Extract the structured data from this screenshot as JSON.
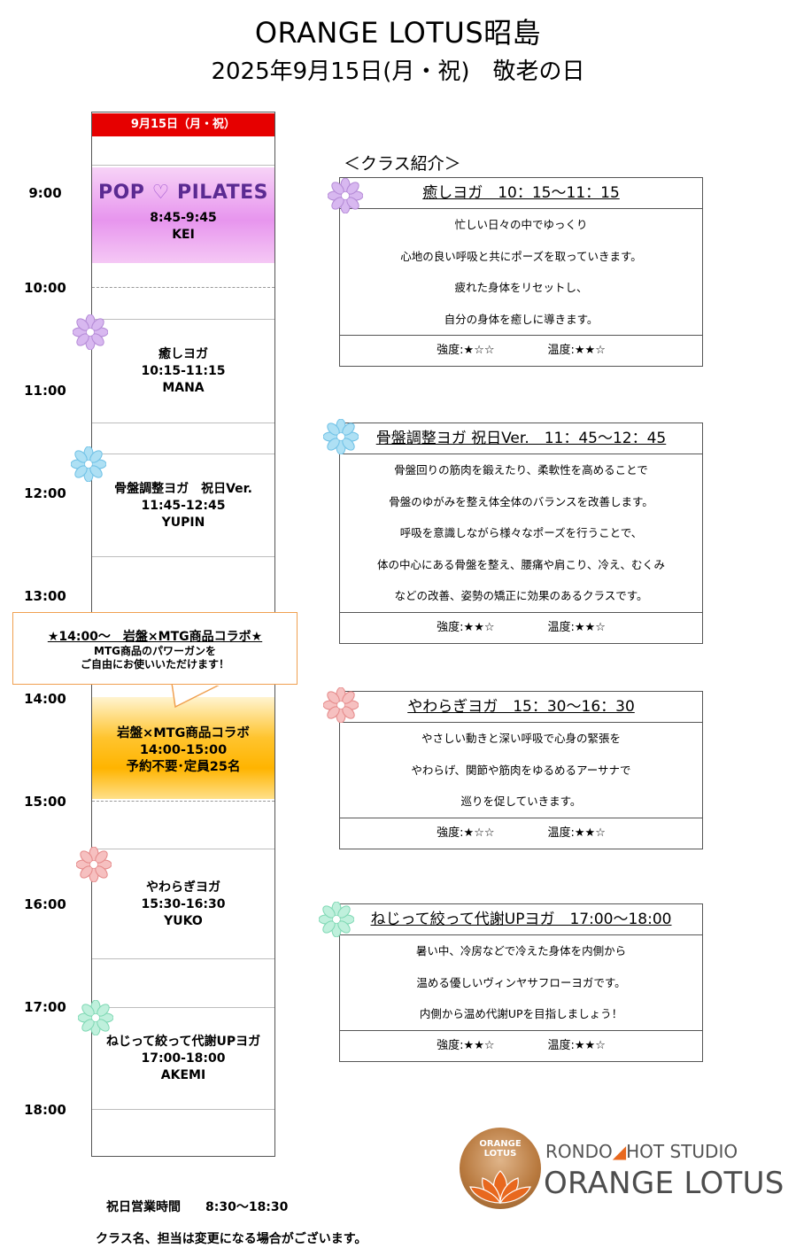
{
  "header": {
    "title": "ORANGE LOTUS昭島",
    "subtitle": "2025年9月15日(月・祝)　敬老の日"
  },
  "schedule": {
    "column_header": "9月15日（月・祝）",
    "times": [
      "9:00",
      "10:00",
      "11:00",
      "12:00",
      "13:00",
      "14:00",
      "15:00",
      "16:00",
      "17:00",
      "18:00"
    ],
    "pop": {
      "logo_left": "POP",
      "logo_right": "PILATES",
      "time": "8:45-9:45",
      "instructor": "KEI"
    },
    "iyashi": {
      "name": "癒しヨガ",
      "time": "10:15-11:15",
      "instructor": "MANA"
    },
    "kotsuban": {
      "name": "骨盤調整ヨガ　祝日Ver.",
      "time": "11:45-12:45",
      "instructor": "YUPIN"
    },
    "iwa": {
      "name": "岩盤×MTG商品コラボ",
      "time": "14:00-15:00",
      "note": "予約不要･定員25名"
    },
    "yawaragi": {
      "name": "やわらぎヨガ",
      "time": "15:30-16:30",
      "instructor": "YUKO"
    },
    "nejitte": {
      "name": "ねじって絞って代謝UPヨガ",
      "time": "17:00-18:00",
      "instructor": "AKEMI"
    }
  },
  "callout": {
    "title": "★14:00～　岩盤×MTG商品コラボ★",
    "line1": "MTG商品のパワーガンを",
    "line2": "ご自由にお使いいただけます！"
  },
  "intro": {
    "heading": "＜クラス紹介＞",
    "cards": [
      {
        "title": "癒しヨガ　10：15～11：15",
        "lines": [
          "忙しい日々の中でゆっくり",
          "心地の良い呼吸と共にポーズを取っていきます。",
          "疲れた身体をリセットし、",
          "自分の身体を癒しに導きます。"
        ],
        "intensity": "強度:★☆☆",
        "temperature": "温度:★★☆"
      },
      {
        "title": "骨盤調整ヨガ 祝日Ver.　11：45～12：45",
        "lines": [
          "骨盤回りの筋肉を鍛えたり、柔軟性を高めることで",
          "骨盤のゆがみを整え体全体のバランスを改善します。",
          "呼吸を意識しながら様々なポーズを行うことで、",
          "体の中心にある骨盤を整え、腰痛や肩こり、冷え、むくみ",
          "などの改善、姿勢の矯正に効果のあるクラスです。"
        ],
        "intensity": "強度:★★☆",
        "temperature": "温度:★★☆"
      },
      {
        "title": "やわらぎヨガ　15：30～16：30",
        "lines": [
          "やさしい動きと深い呼吸で心身の緊張を",
          "やわらげ、関節や筋肉をゆるめるアーサナで",
          "巡りを促していきます。"
        ],
        "intensity": "強度:★☆☆",
        "temperature": "温度:★★☆"
      },
      {
        "title": "ねじって絞って代謝UPヨガ　17:00～18:00",
        "lines": [
          "暑い中、冷房などで冷えた身体を内側から",
          "温める優しいヴィンヤサフローヨガです。",
          "内側から温め代謝UPを目指しましょう！"
        ],
        "intensity": "強度:★★☆",
        "temperature": "温度:★★☆"
      }
    ]
  },
  "footer": {
    "hours": "祝日営業時間　　8:30～18:30",
    "notice": "クラス名、担当は変更になる場合がございます。"
  },
  "logo": {
    "circle_line1": "ORANGE",
    "circle_line2": "LOTUS",
    "small_left": "RONDO",
    "small_right": "HOT STUDIO",
    "big": "ORANGE LOTUS"
  },
  "colors": {
    "header_red": "#e60000",
    "flower_purple": "#c9a0e6",
    "flower_blue": "#8fd3ee",
    "flower_pink": "#f2a3a3",
    "flower_green": "#9ee6c8",
    "callout_border": "#f0a050",
    "brand_orange": "#e8681e"
  }
}
